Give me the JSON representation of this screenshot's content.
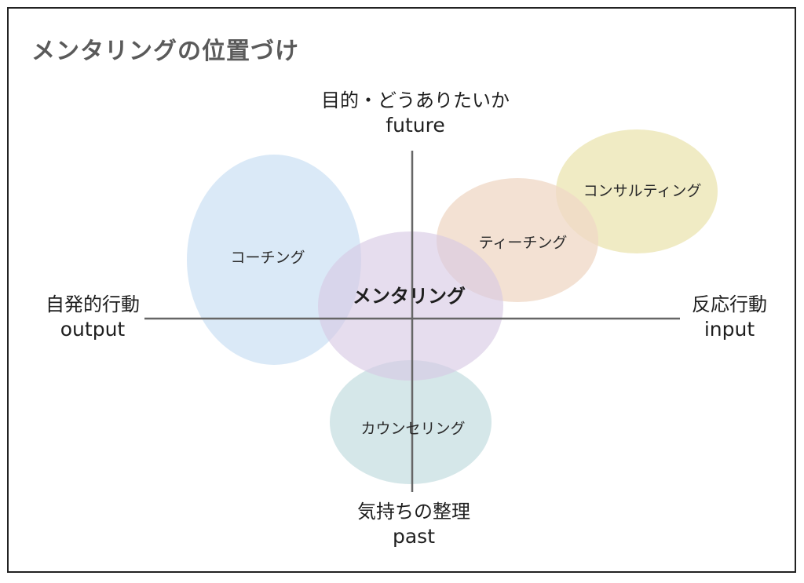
{
  "title": "メンタリングの位置づけ",
  "axes": {
    "top": {
      "jp": "目的・どうありたいか",
      "en": "future"
    },
    "bottom": {
      "jp": "気持ちの整理",
      "en": "past"
    },
    "left": {
      "jp": "自発的行動",
      "en": "output"
    },
    "right": {
      "jp": "反応行動",
      "en": "input"
    }
  },
  "bubbles": [
    {
      "id": "coaching",
      "label": "コーチング",
      "color": "#cfe3f5"
    },
    {
      "id": "consulting",
      "label": "コンサルティング",
      "color": "#ece6b4"
    },
    {
      "id": "teaching",
      "label": "ティーチング",
      "color": "#efd9c6"
    },
    {
      "id": "counseling",
      "label": "カウンセリング",
      "color": "#c9e0e3"
    },
    {
      "id": "mentoring",
      "label": "メンタリング",
      "color": "#d7c8e3"
    }
  ],
  "colors": {
    "axis": "#666666",
    "frame": "#222222",
    "title": "#5a5a5a"
  }
}
